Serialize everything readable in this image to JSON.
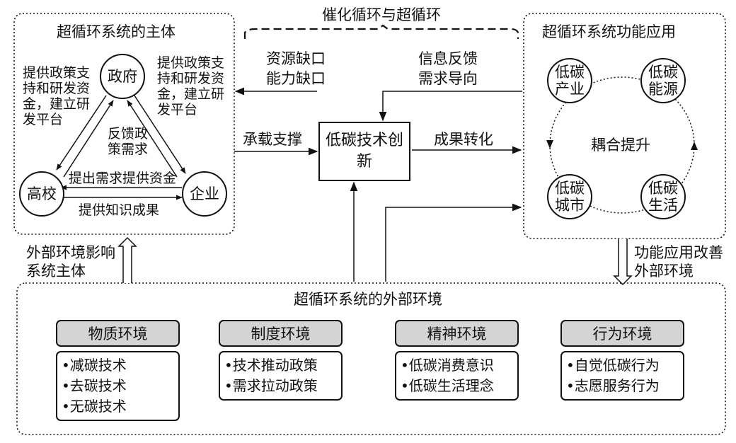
{
  "subject": {
    "title": "超循环系统的主体",
    "gov": "政府",
    "univ": "高校",
    "ent": "企业",
    "left_note": "提供政策支持和研发资金，建立研发平台",
    "right_note": "提供政策支持和研发资金，建立研发平台",
    "feedback": "反馈政策需求",
    "demand_fund": "提出需求提供资金",
    "knowledge": "提供知识成果"
  },
  "top_label": "催化循环与超循环",
  "core": "低碳技术创新",
  "resource_gap": [
    "资源缺口",
    "能力缺口"
  ],
  "info_feedback": [
    "信息反馈",
    "需求导向"
  ],
  "support": "承载支撑",
  "transform": "成果转化",
  "application": {
    "title": "超循环系统功能应用",
    "nodes": [
      "低碳产业",
      "低碳能源",
      "低碳城市",
      "低碳生活"
    ],
    "center": "耦合提升"
  },
  "external_influence": "外部环境影响系统主体",
  "improve": "功能应用改善外部环境",
  "environment": {
    "title": "超循环系统的外部环境",
    "groups": [
      {
        "title": "物质环境",
        "items": [
          "•减碳技术",
          "•去碳技术",
          "•无碳技术"
        ]
      },
      {
        "title": "制度环境",
        "items": [
          "•技术推动政策",
          "•需求拉动政策"
        ]
      },
      {
        "title": "精神环境",
        "items": [
          "•低碳消费意识",
          "•低碳生活理念"
        ]
      },
      {
        "title": "行为环境",
        "items": [
          "•自觉低碳行为",
          "•志愿服务行为"
        ]
      }
    ]
  }
}
